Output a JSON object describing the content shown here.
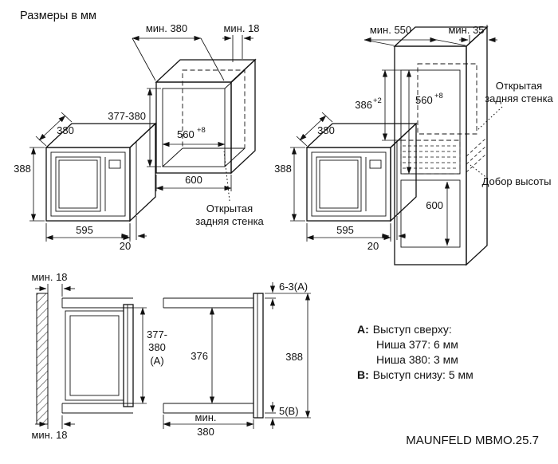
{
  "page": {
    "title": "Размеры в мм",
    "model": "MAUNFELD MBMO.25.7"
  },
  "oven_left": {
    "depth": "380",
    "height": "388",
    "width": "595",
    "front_frame_offset": "20"
  },
  "niche": {
    "min_depth": "мин. 380",
    "min_top_clearance": "мин. 18",
    "height_range": "377-380",
    "inner_width": "560",
    "inner_width_tolerance": "+8",
    "outer_width": "600",
    "open_back_line1": "Открытая",
    "open_back_line2": "задняя стенка"
  },
  "oven_right": {
    "depth": "380",
    "height": "388",
    "width": "595",
    "front_frame_offset": "20"
  },
  "column": {
    "min_depth": "мин. 550",
    "min_back_clearance": "мин. 35",
    "niche_height": "386",
    "niche_height_tolerance": "+2",
    "compartment_height": "560",
    "compartment_height_tolerance": "+8",
    "lower_compartment_height": "600",
    "open_back_line1": "Открытая",
    "open_back_line2": "задняя стенка",
    "height_filler_label": "Добор высоты"
  },
  "section": {
    "min_wall_gap_top": "мин. 18",
    "min_wall_gap_bottom": "мин. 18",
    "niche_height_line1": "377-",
    "niche_height_line2": "380",
    "niche_height_line3": "(A)",
    "inner_height": "376",
    "top_overlap": "6-3(A)",
    "front_height": "388",
    "bottom_overlap": "5(B)",
    "min_depth_line1": "мин.",
    "min_depth_line2": "380"
  },
  "notes": {
    "a_key": "A:",
    "a_title": "Выступ сверху:",
    "a_item1": "Ниша 377: 6 мм",
    "a_item2": "Ниша 380: 3 мм",
    "b_key": "B:",
    "b_title": "Выступ снизу: 5 мм"
  }
}
